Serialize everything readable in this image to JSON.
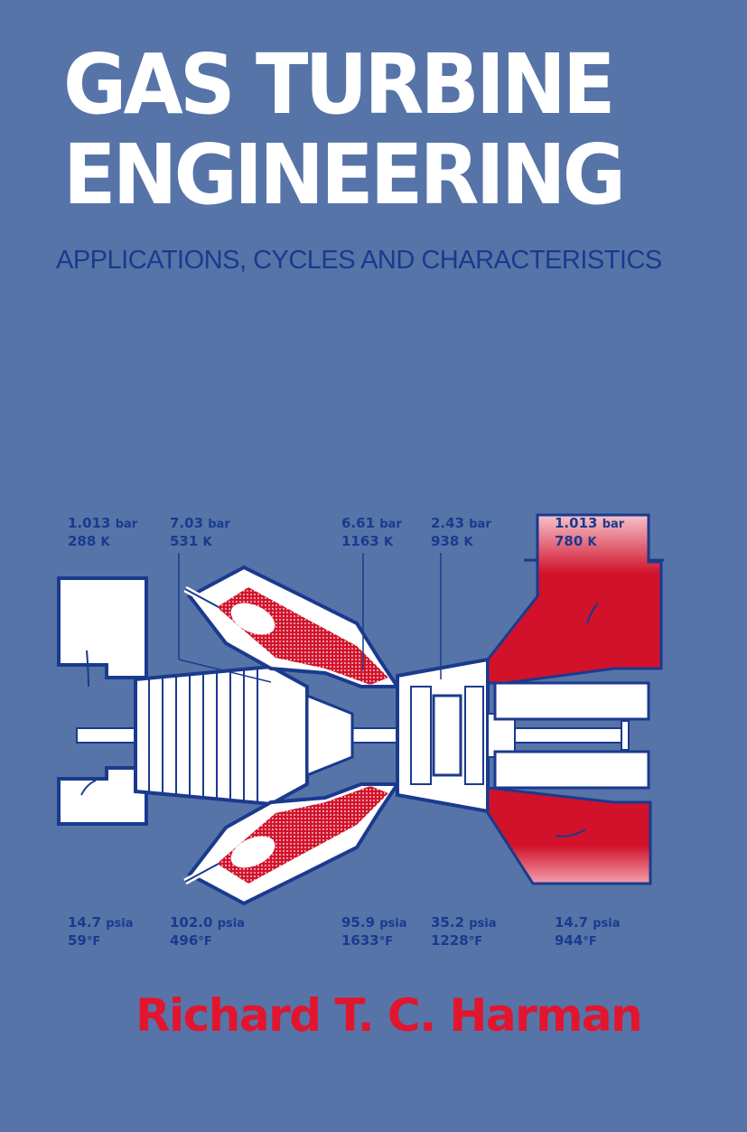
{
  "cover": {
    "title_line1": "GAS TURBINE",
    "title_line2": "ENGINEERING",
    "subtitle": "APPLICATIONS, CYCLES AND CHARACTERISTICS",
    "author": "Richard T. C. Harman"
  },
  "diagram": {
    "top_labels": [
      {
        "pressure": "1.013",
        "pressure_unit": "bar",
        "temperature": "288",
        "temperature_unit": "K"
      },
      {
        "pressure": "7.03",
        "pressure_unit": "bar",
        "temperature": "531",
        "temperature_unit": "K"
      },
      {
        "pressure": "6.61",
        "pressure_unit": "bar",
        "temperature": "1163",
        "temperature_unit": "K"
      },
      {
        "pressure": "2.43",
        "pressure_unit": "bar",
        "temperature": "938",
        "temperature_unit": "K"
      },
      {
        "pressure": "1.013",
        "pressure_unit": "bar",
        "temperature": "780",
        "temperature_unit": "K"
      }
    ],
    "bottom_labels": [
      {
        "pressure": "14.7",
        "pressure_unit": "psia",
        "temperature": "59",
        "temperature_unit": "°F"
      },
      {
        "pressure": "102.0",
        "pressure_unit": "psia",
        "temperature": "496",
        "temperature_unit": "°F"
      },
      {
        "pressure": "95.9",
        "pressure_unit": "psia",
        "temperature": "1633",
        "temperature_unit": "°F"
      },
      {
        "pressure": "35.2",
        "pressure_unit": "psia",
        "temperature": "1228",
        "temperature_unit": "°F"
      },
      {
        "pressure": "14.7",
        "pressure_unit": "psia",
        "temperature": "944",
        "temperature_unit": "°F"
      }
    ]
  },
  "colors": {
    "background": "#5674a8",
    "title": "#ffffff",
    "subtitle": "#1a3a8e",
    "author": "#e2152f",
    "hot_gas": "#d1122a"
  }
}
